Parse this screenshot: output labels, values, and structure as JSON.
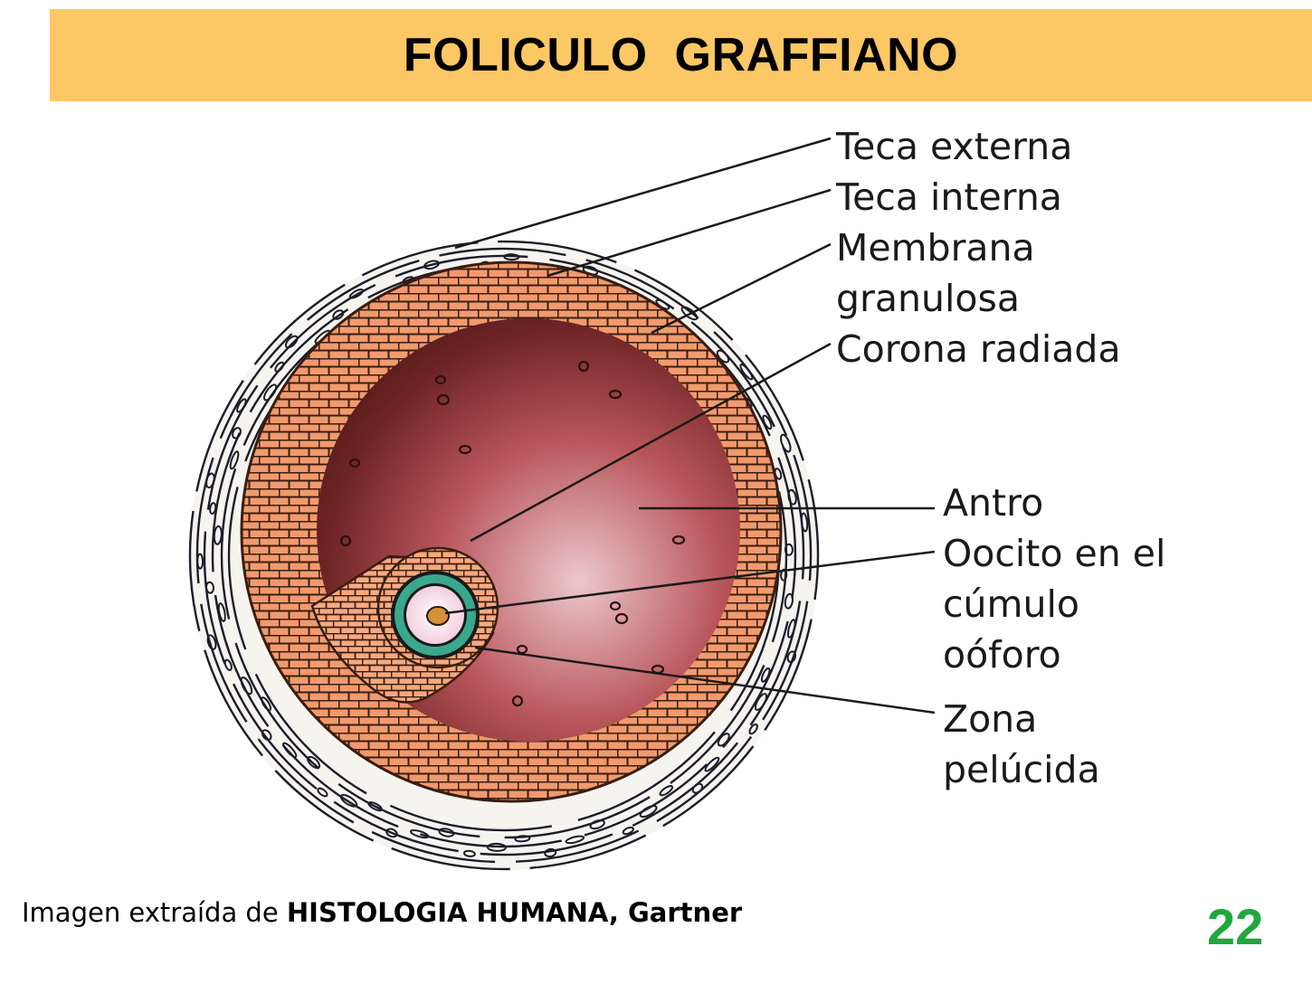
{
  "slide": {
    "title": "FOLICULO  GRAFFIANO",
    "page_number": "22",
    "caption_prefix": "Imagen extraída de ",
    "caption_source": "HISTOLOGIA HUMANA, Gartner"
  },
  "labels": {
    "teca_externa": "Teca externa",
    "teca_interna": "Teca interna",
    "membrana_1": "Membrana",
    "membrana_2": "granulosa",
    "corona": "Corona radiada",
    "antro": "Antro",
    "oocito_1": "Oocito en el",
    "oocito_2": "cúmulo",
    "oocito_3": "oóforo",
    "zona_1": "Zona",
    "zona_2": "pelúcida"
  },
  "colors": {
    "title_bar": "#fcc865",
    "page_number": "#1fa83d",
    "granulosa": "#f19a6e",
    "antrum_dark": "#5a1e1e",
    "antrum_light": "#ecc8cc",
    "zona_pelucida": "#3aa88e"
  }
}
